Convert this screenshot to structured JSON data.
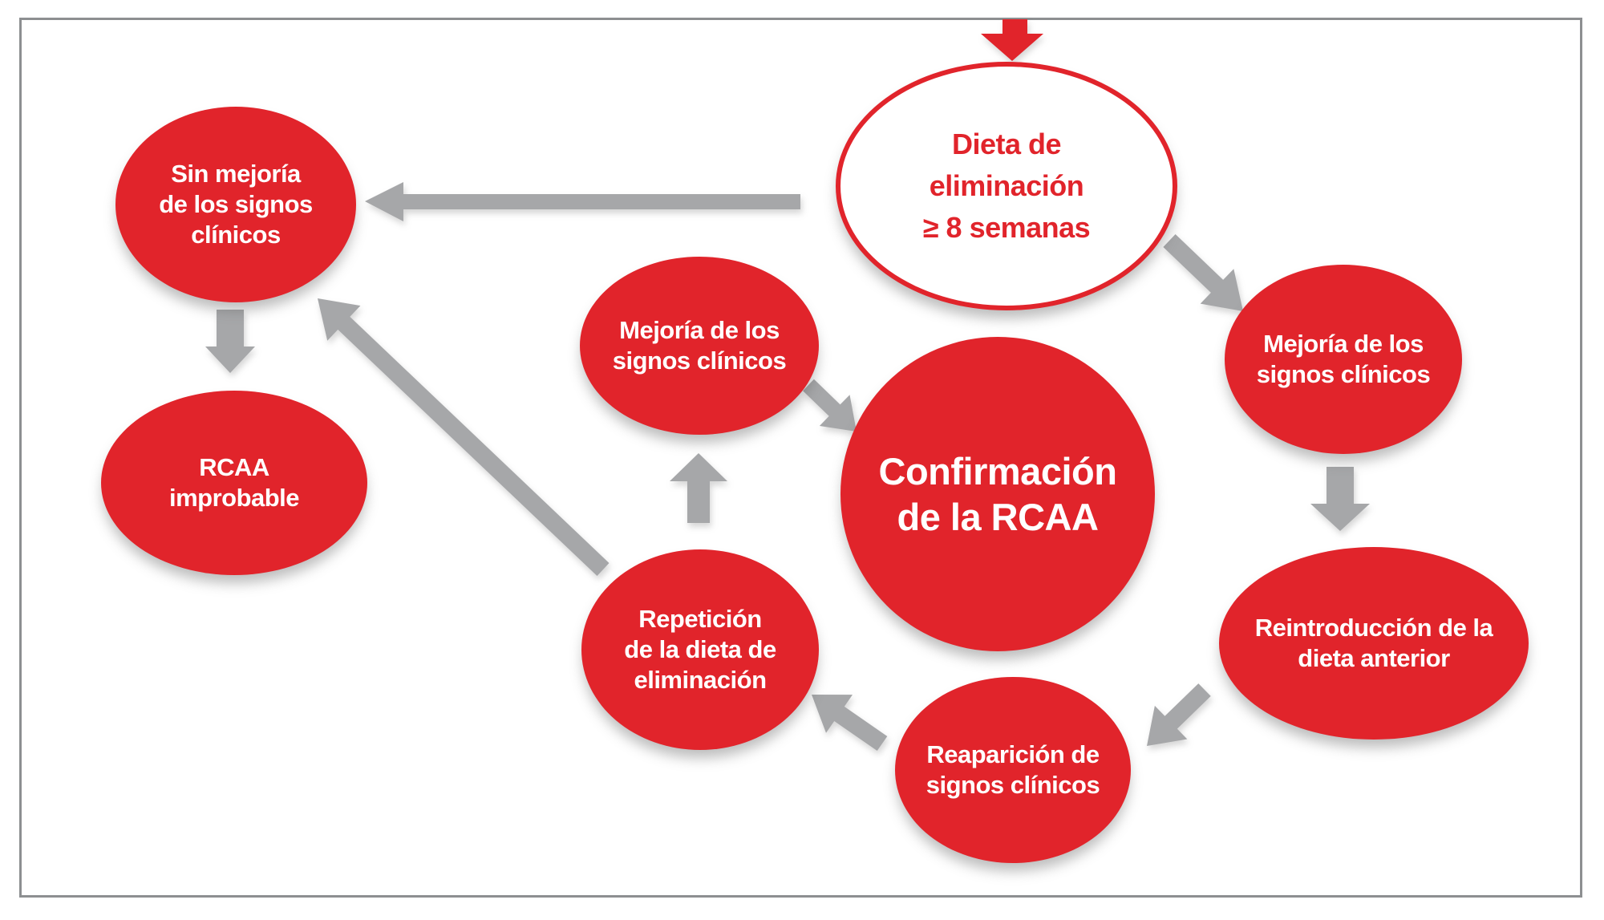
{
  "colors": {
    "red": "#e1242b",
    "arrowGray": "#a6a7a9",
    "frameGray": "#8d8f91",
    "textWhite": "#ffffff"
  },
  "nodes": {
    "dieta_eliminacion": {
      "label": "Dieta de\neliminación\n≥ 8 semanas",
      "style": "outline"
    },
    "sin_mejoria": {
      "label": "Sin mejoría\nde los signos\nclínicos",
      "style": "filled"
    },
    "rcaa_improbable": {
      "label": "RCAA\nimprobable",
      "style": "filled"
    },
    "mejoria_center": {
      "label": "Mejoría de los\nsignos clínicos",
      "style": "filled"
    },
    "confirmacion": {
      "label": "Confirmación\nde la RCAA",
      "style": "filled-large"
    },
    "mejoria_right": {
      "label": "Mejoría de los\nsignos clínicos",
      "style": "filled"
    },
    "reintroduccion": {
      "label": "Reintroducción de la\ndieta anterior",
      "style": "filled"
    },
    "reaparicion": {
      "label": "Reaparición de\nsignos clínicos",
      "style": "filled"
    },
    "repeticion": {
      "label": "Repetición\nde la dieta de\neliminación",
      "style": "filled"
    }
  },
  "edges": [
    {
      "from": "entry",
      "to": "dieta_eliminacion",
      "color": "red"
    },
    {
      "from": "dieta_eliminacion",
      "to": "sin_mejoria",
      "color": "gray"
    },
    {
      "from": "sin_mejoria",
      "to": "rcaa_improbable",
      "color": "gray"
    },
    {
      "from": "dieta_eliminacion",
      "to": "mejoria_right",
      "color": "gray"
    },
    {
      "from": "mejoria_right",
      "to": "reintroduccion",
      "color": "gray"
    },
    {
      "from": "reintroduccion",
      "to": "reaparicion",
      "color": "gray"
    },
    {
      "from": "reaparicion",
      "to": "repeticion",
      "color": "gray"
    },
    {
      "from": "repeticion",
      "to": "mejoria_center",
      "color": "gray"
    },
    {
      "from": "repeticion",
      "to": "sin_mejoria",
      "color": "gray"
    },
    {
      "from": "mejoria_center",
      "to": "confirmacion",
      "color": "gray"
    }
  ]
}
